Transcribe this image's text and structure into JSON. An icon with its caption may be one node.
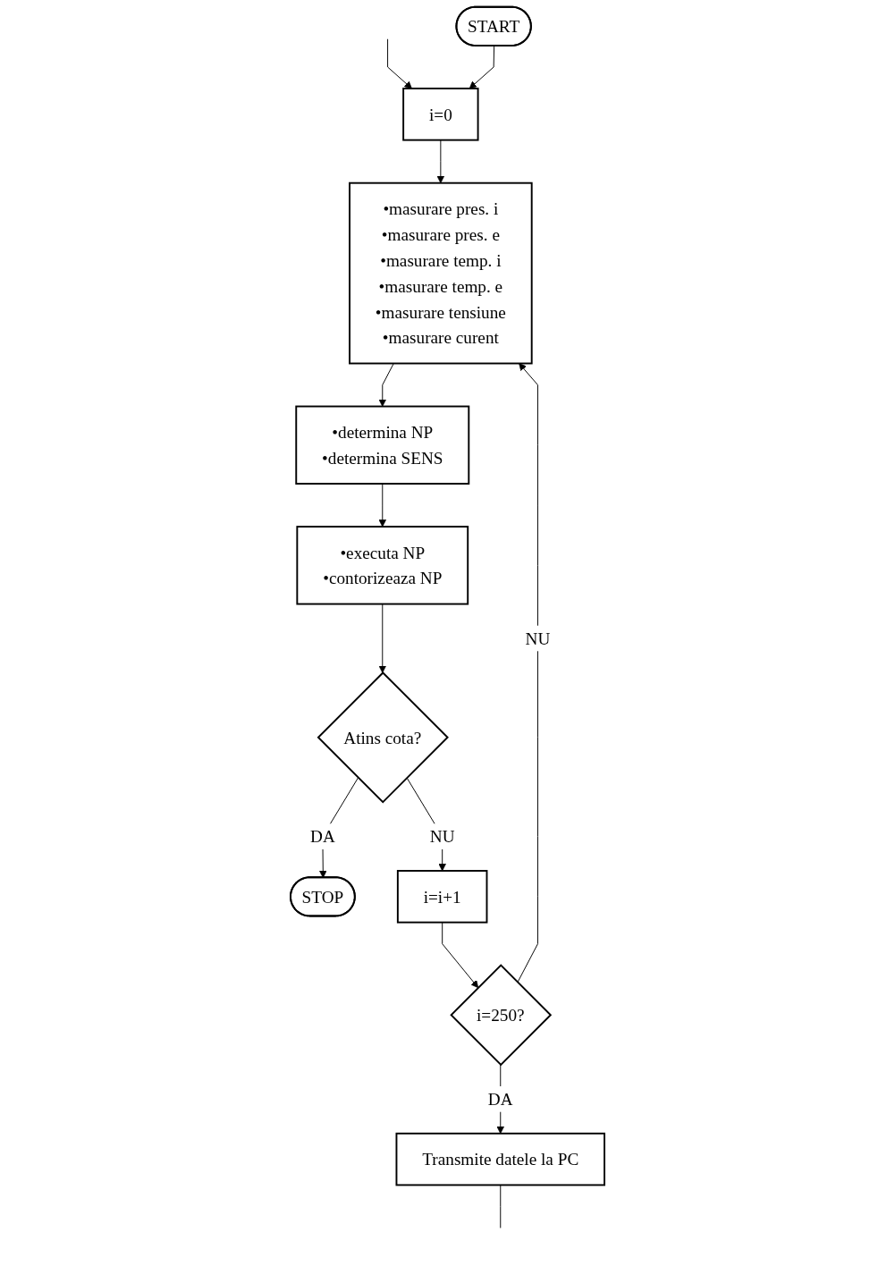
{
  "diagram": {
    "nodes": [
      {
        "text": [
          "START"
        ]
      },
      {
        "text": [
          "i=0"
        ]
      },
      {
        "text": [
          "•masurare pres. i",
          "•masurare pres. e",
          "•masurare temp. i",
          "•masurare temp. e",
          "•masurare tensiune",
          "•masurare curent"
        ]
      },
      {
        "text": [
          "•determina NP",
          "•determina SENS"
        ]
      },
      {
        "text": [
          "•executa NP",
          "•contorizeaza NP"
        ]
      },
      {
        "text": [
          "Atins cota?"
        ]
      },
      {
        "text": [
          "STOP"
        ]
      },
      {
        "text": [
          "i=i+1"
        ]
      },
      {
        "text": [
          "i=250?"
        ]
      },
      {
        "text": [
          "Transmite datele la PC"
        ]
      }
    ],
    "edges": [
      {
        "from": null,
        "to": 1,
        "arrow": "to"
      },
      {
        "from": 0,
        "to": 1,
        "arrow": "to"
      },
      {
        "from": 1,
        "to": 2,
        "arrow": "to"
      },
      {
        "from": 2,
        "to": 3,
        "arrow": "to"
      },
      {
        "from": 3,
        "to": 4,
        "arrow": "to"
      },
      {
        "from": 4,
        "to": 5,
        "arrow": "to"
      },
      {
        "from": 5,
        "to": 6,
        "label": "DA",
        "arrow": "to"
      },
      {
        "from": 5,
        "to": 7,
        "label": "NU",
        "arrow": "to"
      },
      {
        "from": 7,
        "to": 8,
        "arrow": "to"
      },
      {
        "from": 8,
        "to": 9,
        "label": "DA",
        "arrow": "to"
      },
      {
        "from": 8,
        "to": 2,
        "label": "NU",
        "arrow": "to"
      },
      {
        "from": 9,
        "to": null,
        "arrow": "none"
      }
    ]
  }
}
